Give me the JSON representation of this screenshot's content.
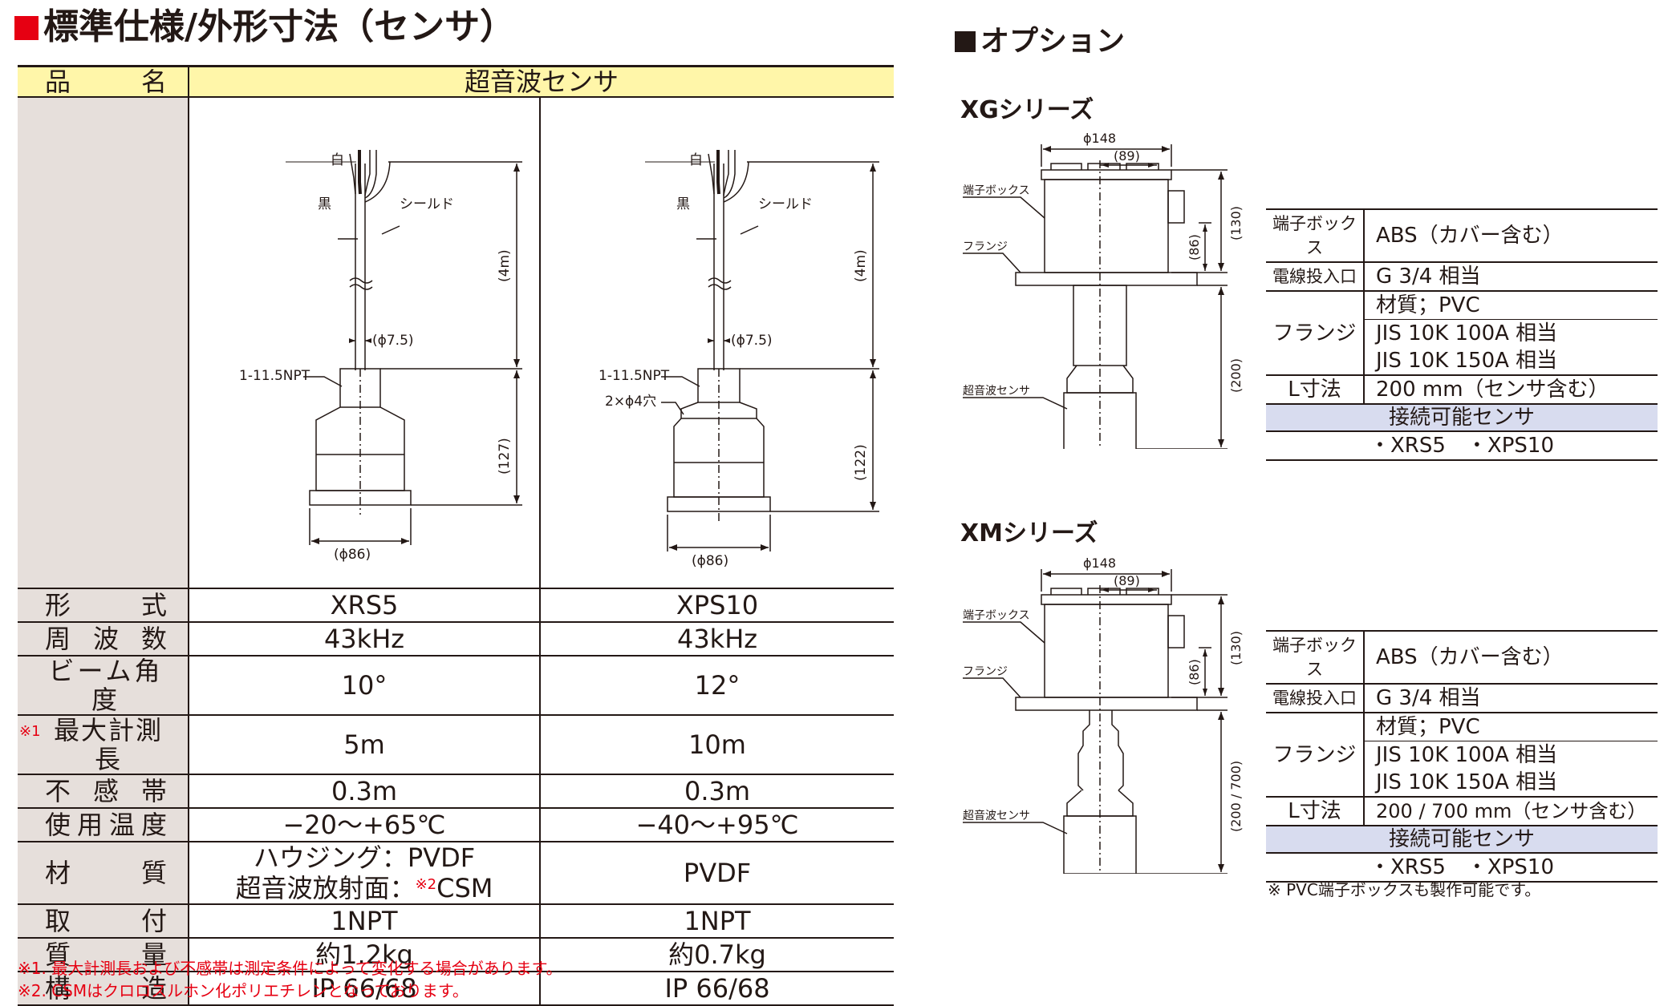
{
  "title": "標準仕様/外形寸法（センサ）",
  "option_title": "オプション",
  "colors": {
    "accent_red": "#e60012",
    "header_yellow": "#fff6a9",
    "label_gray": "#e6dfdb",
    "sensor_row_blue": "#d8dcef"
  },
  "spec": {
    "header": {
      "label_a": "品",
      "label_b": "名",
      "value": "超音波センサ"
    },
    "rows": [
      {
        "label": "形式",
        "ch": [
          "形",
          "式"
        ],
        "v1": "XRS5",
        "v2": "XPS10"
      },
      {
        "label": "周波数",
        "ch": [
          "周",
          "波",
          "数"
        ],
        "v1": "43kHz",
        "v2": "43kHz"
      },
      {
        "label": "ビーム角度",
        "v1": "10°",
        "v2": "12°"
      },
      {
        "label": "最大計測長",
        "mark": "※1",
        "v1": "5m",
        "v2": "10m"
      },
      {
        "label": "不感帯",
        "ch": [
          "不",
          "感",
          "帯"
        ],
        "v1": "0.3m",
        "v2": "0.3m"
      },
      {
        "label": "使用温度",
        "ch": [
          "使",
          "用",
          "温",
          "度"
        ],
        "v1": "−20〜+65℃",
        "v2": "−40〜+95℃"
      },
      {
        "label": "材質",
        "ch": [
          "材",
          "質"
        ],
        "v1a": "ハウジング：PVDF",
        "v1b_pre": "超音波放射面：",
        "v1b_mark": "※2",
        "v1b_post": "CSM",
        "v2": "PVDF"
      },
      {
        "label": "取付",
        "ch": [
          "取",
          "付"
        ],
        "v1": "1NPT",
        "v2": "1NPT"
      },
      {
        "label": "質量",
        "ch": [
          "質",
          "量"
        ],
        "v1": "約1.2kg",
        "v2": "約0.7kg"
      },
      {
        "label": "構造",
        "ch": [
          "構",
          "造"
        ],
        "v1": "IP 66/68",
        "v2": "IP 66/68"
      }
    ]
  },
  "sensor_drawing": {
    "white": "白",
    "black": "黒",
    "shield": "シールド",
    "length": "(4m)",
    "cable_dia": "(ϕ7.5)",
    "thread": "1-11.5NPT",
    "holes": "2×ϕ4穴",
    "body_dia": "(ϕ86)",
    "height_xrs5": "(127)",
    "height_xps10": "(122)"
  },
  "footnotes": [
    "※1. 最大計測長および不感帯は測定条件によって変化する場合があります。",
    "※2. CSMはクロロスルホン化ポリエチレンとなっております。"
  ],
  "xg": {
    "title": "XGシリーズ",
    "drawing": {
      "dia148": "ϕ148",
      "dim89": "(89)",
      "dim130": "(130)",
      "dim86": "(86)",
      "dim_l": "(200)",
      "box": "端子ボックス",
      "flange": "フランジ",
      "sensor": "超音波センサ"
    },
    "table": {
      "box_label": "端子ボックス",
      "box_value": "ABS（カバー含む）",
      "inlet_label": "電線投入口",
      "inlet_value": "G 3/4 相当",
      "flange_label": "フランジ",
      "flange_values": [
        "材質；PVC",
        "JIS 10K 100A 相当",
        "JIS 10K 150A 相当"
      ],
      "l_label": "L寸法",
      "l_value": "200 mm（センサ含む）",
      "sensors_header": "接続可能センサ",
      "sensors": "・XRS5　・XPS10"
    }
  },
  "xm": {
    "title": "XMシリーズ",
    "drawing": {
      "dia148": "ϕ148",
      "dim89": "(89)",
      "dim130": "(130)",
      "dim86": "(86)",
      "dim_l": "(200 / 700)",
      "box": "端子ボックス",
      "flange": "フランジ",
      "sensor": "超音波センサ"
    },
    "table": {
      "box_label": "端子ボックス",
      "box_value": "ABS（カバー含む）",
      "inlet_label": "電線投入口",
      "inlet_value": "G 3/4 相当",
      "flange_label": "フランジ",
      "flange_values": [
        "材質；PVC",
        "JIS 10K 100A 相当",
        "JIS 10K 150A 相当"
      ],
      "l_label": "L寸法",
      "l_value": "200 / 700 mm（センサ含む）",
      "sensors_header": "接続可能センサ",
      "sensors": "・XRS5　・XPS10"
    },
    "note": "※ PVC端子ボックスも製作可能です。"
  }
}
